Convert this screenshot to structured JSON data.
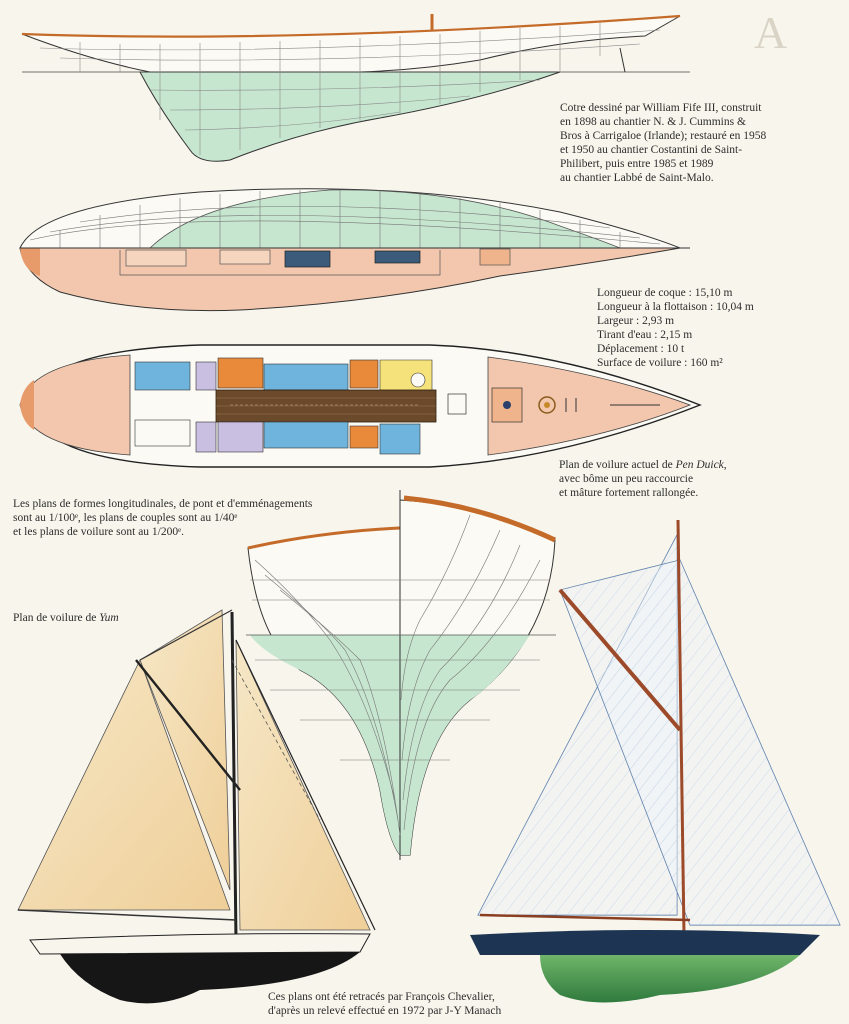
{
  "captions": {
    "history": [
      "Cotre dessiné par William Fife III, construit",
      "en 1898 au chantier N. & J. Cummins &",
      "Bros à Carrigaloe (Irlande); restauré en 1958",
      "et 1950 au chantier Costantini de Saint-",
      "Philibert, puis entre 1985 et 1989",
      "au chantier Labbé de Saint-Malo."
    ],
    "specs": [
      "Longueur de coque : 15,10 m",
      "Longueur à la flottaison : 10,04 m",
      "Largeur : 2,93 m",
      "Tirant d'eau : 2,15 m",
      "Déplacement : 10 t",
      "Surface de voilure : 160 m²"
    ],
    "sail_plan_current": {
      "prefix": "Plan de voilure actuel de ",
      "boat": "Pen Duick",
      "line1_end": ",",
      "line2": "avec bôme un peu raccourcie",
      "line3": "et mâture fortement rallongée."
    },
    "scales": [
      "Les plans de formes longitudinales, de pont et d'emménagements",
      "sont au 1/100ᵉ, les plans de couples sont au 1/40ᵉ",
      "et les plans de voilure sont au 1/200ᵉ."
    ],
    "sail_plan_yum": {
      "prefix": "Plan de voilure de ",
      "boat": "Yum"
    },
    "credits": [
      "Ces plans ont été retracés par François Chevalier,",
      "d'après un relevé effectué en 1972 par J-Y Manach"
    ],
    "drop_letter": "A"
  },
  "colors": {
    "paper": "#f7f5ec",
    "underwater_green": "#c6e6cf",
    "deck_salmon": "#f2c7ad",
    "toerail_orange": "#d9772f",
    "cabin_blue": "#6fb4dc",
    "cabin_orange": "#e98a3a",
    "cabin_lilac": "#c9bfe0",
    "cabin_yellow": "#f5e27a",
    "sole_brown": "#6b4a2c",
    "sail_cream": "#f3dfb8",
    "hull_black": "#161616",
    "hull_navy": "#1d3553",
    "hull_green": "#4e9a4e"
  }
}
